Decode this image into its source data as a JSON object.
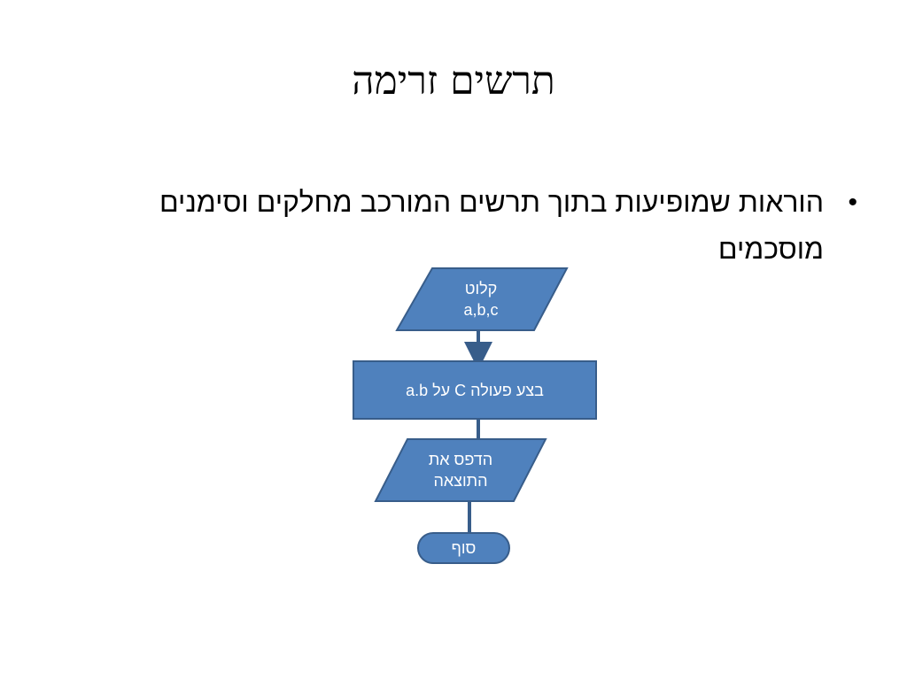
{
  "slide": {
    "title": "תרשים זרימה",
    "bullets": [
      {
        "text": "הוראות שמופיעות בתוך תרשים המורכב מחלקים וסימנים מוסכמים"
      }
    ]
  },
  "flowchart": {
    "colors": {
      "fill": "#4F81BD",
      "stroke": "#385D8A",
      "text": "#FFFFFF"
    },
    "nodes": [
      {
        "id": "input",
        "shape": "parallelogram",
        "label": "קלוט\na,b,c"
      },
      {
        "id": "process",
        "shape": "rectangle",
        "label": "בצע פעולה C על a.b"
      },
      {
        "id": "output",
        "shape": "parallelogram",
        "label": "הדפס את\nהתוצאה"
      },
      {
        "id": "end",
        "shape": "terminator",
        "label": "סוף"
      }
    ]
  }
}
